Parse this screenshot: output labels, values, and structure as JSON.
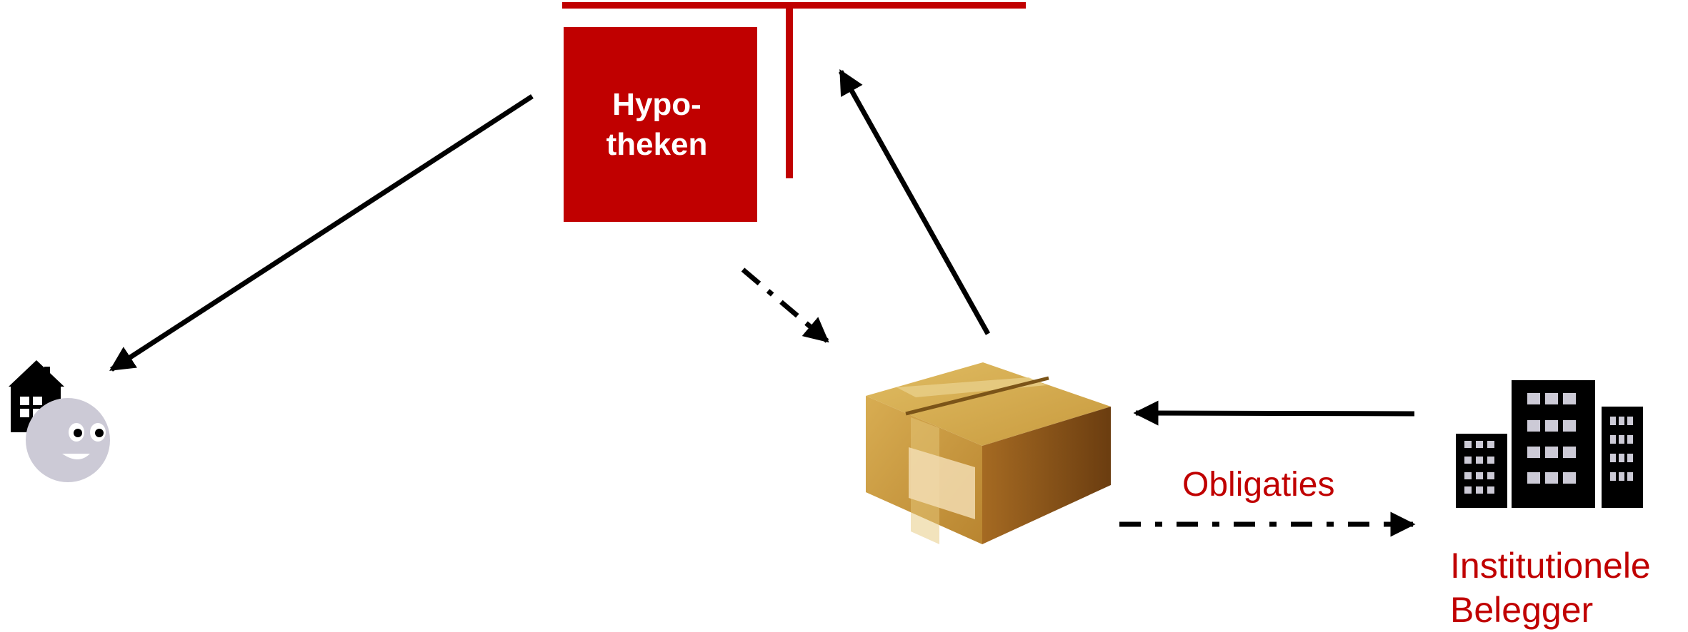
{
  "diagram": {
    "mortgages": {
      "line1": "Hypo-",
      "line2": "theken"
    },
    "bonds_label": "Obligaties",
    "investor": {
      "line1": "Institutionele",
      "line2": "Belegger"
    }
  },
  "colors": {
    "accent": "#c00000",
    "arrow": "#000000",
    "person_face": "#cccad6"
  },
  "icons": [
    "house-icon",
    "person-face-icon",
    "cardboard-box-icon",
    "office-buildings-icon"
  ]
}
